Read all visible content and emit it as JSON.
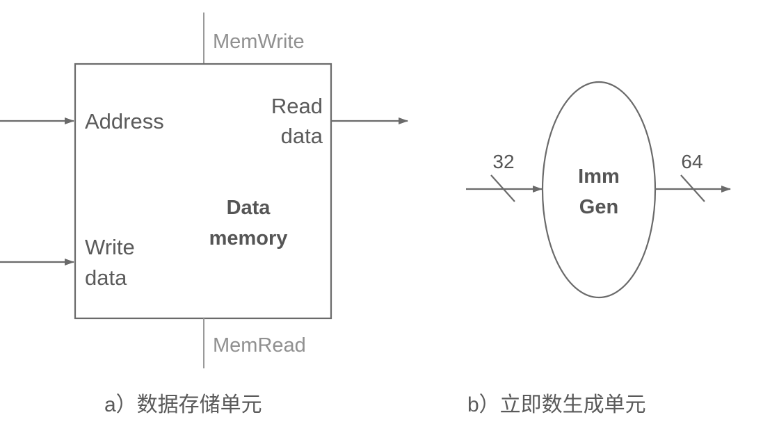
{
  "data_memory": {
    "control_write": "MemWrite",
    "control_read": "MemRead",
    "port_address": "Address",
    "port_read_data_line1": "Read",
    "port_read_data_line2": "data",
    "port_write_data_line1": "Write",
    "port_write_data_line2": "data",
    "name_line1": "Data",
    "name_line2": "memory",
    "caption": "a）数据存储单元"
  },
  "imm_gen": {
    "input_width": "32",
    "output_width": "64",
    "name_line1": "Imm",
    "name_line2": "Gen",
    "caption": "b）立即数生成单元"
  }
}
